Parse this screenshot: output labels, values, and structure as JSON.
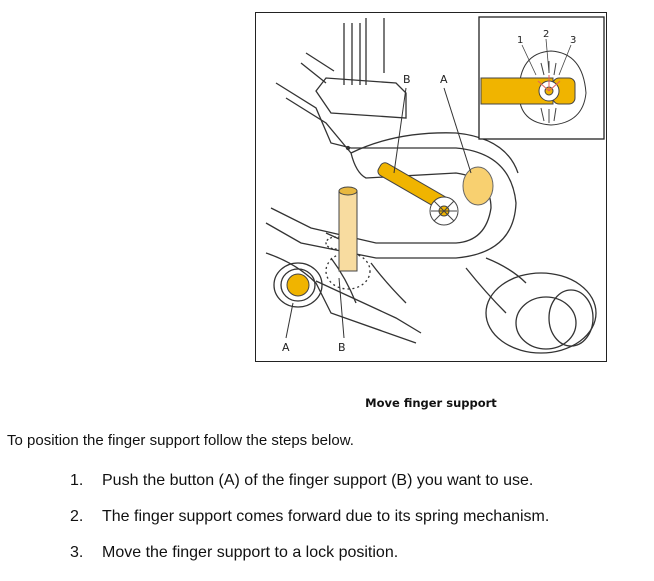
{
  "figure": {
    "labels": {
      "button_left": "A",
      "support_left": "B",
      "support_top": "B",
      "button_top": "A",
      "pos1": "1",
      "pos2": "2",
      "pos3": "3"
    },
    "accent_color": "#f0b400"
  },
  "caption": "Move finger support",
  "intro": "To position the finger support follow the steps below.",
  "steps": [
    {
      "num": "1.",
      "text": "Push the button (A) of the finger support (B) you want to use."
    },
    {
      "num": "2.",
      "text": "The finger support comes forward due to its spring mechanism."
    },
    {
      "num": "3.",
      "text": "Move the finger support to a lock position."
    }
  ]
}
